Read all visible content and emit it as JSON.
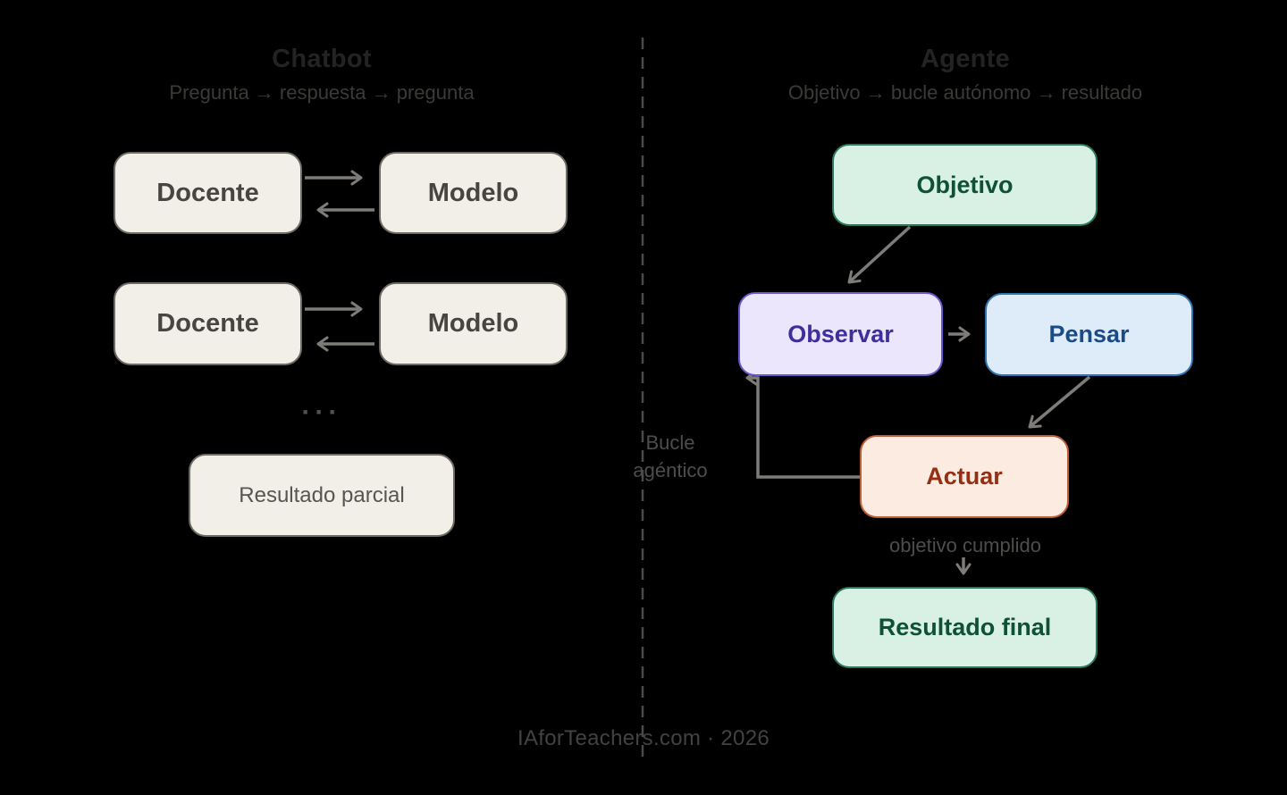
{
  "left_panel": {
    "title": "Chatbot",
    "subtitle": "Pregunta → respuesta → pregunta",
    "rows": [
      {
        "left": "Docente",
        "right": "Modelo"
      },
      {
        "left": "Docente",
        "right": "Modelo"
      }
    ],
    "ellipsis": "···",
    "result_box": "Resultado parcial"
  },
  "right_panel": {
    "title": "Agente",
    "subtitle": "Objetivo → bucle autónomo → resultado",
    "nodes": {
      "objetivo": "Objetivo",
      "observar": "Observar",
      "pensar": "Pensar",
      "actuar": "Actuar",
      "resultado_final": "Resultado final"
    },
    "loop_label_line1": "Bucle",
    "loop_label_line2": "agéntico",
    "goal_met_label": "objetivo cumplido"
  },
  "footer": "IAforTeachers.com · 2026",
  "colors": {
    "background": "#000000",
    "cream_fill": "#f1efe7",
    "cream_border": "#6c6a63",
    "green_fill": "#d9f0e4",
    "green_border": "#287a5e",
    "green_text": "#0e5138",
    "purple_fill": "#ebe6fb",
    "purple_border": "#6a57cf",
    "purple_text": "#3e2f9d",
    "blue_fill": "#deecf9",
    "blue_border": "#2e74b5",
    "blue_text": "#1a4b87",
    "orange_fill": "#fcebe1",
    "orange_border": "#bd5d37",
    "orange_text": "#942f13",
    "arrow_gray": "#7e7c78",
    "divider_gray": "#4b4b4b"
  }
}
